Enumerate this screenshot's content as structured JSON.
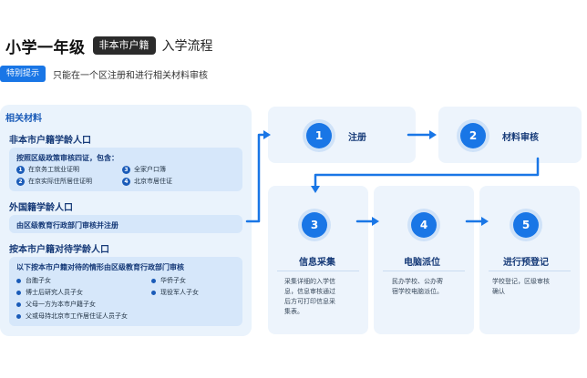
{
  "header": {
    "title_main": "小学一年级",
    "title_tag": "非本市户籍",
    "title_tail": "入学流程"
  },
  "notice": {
    "badge": "特别提示",
    "text": "只能在一个区注册和进行相关材料审核"
  },
  "materials": {
    "title": "相关材料",
    "section1": {
      "title": "非本市户籍学龄人口",
      "head": "按照区级政策审核四证，包含：",
      "items": [
        {
          "num": "1",
          "text": "在京务工就业证明"
        },
        {
          "num": "3",
          "text": "全家户口簿"
        },
        {
          "num": "2",
          "text": "在京实际住所居住证明"
        },
        {
          "num": "4",
          "text": "北京市居住证"
        }
      ]
    },
    "section2": {
      "title": "外国籍学龄人口",
      "text": "由区级教育行政部门审核并注册"
    },
    "section3": {
      "title": "按本市户籍对待学龄人口",
      "head": "以下按本市户籍对待的情形由区级教育行政部门审核",
      "items": [
        "台胞子女",
        "华侨子女",
        "博士后研究人员子女",
        "现役军人子女",
        "父母一方为本市户籍子女",
        "父或母持北京市工作居住证人员子女"
      ]
    }
  },
  "steps": [
    {
      "num": "1",
      "label": "注册"
    },
    {
      "num": "2",
      "label": "材料审核"
    },
    {
      "num": "3",
      "label": "信息采集",
      "desc": [
        "采集详细的入学信",
        "息，信息审核通过",
        "后方可打印信息采",
        "集表。"
      ]
    },
    {
      "num": "4",
      "label": "电脑派位",
      "desc": [
        "民办学校、公办寄",
        "宿学校电脑派位。"
      ]
    },
    {
      "num": "5",
      "label": "进行预登记",
      "desc": [
        "学校登记，区级审核",
        "确认"
      ]
    }
  ],
  "colors": {
    "accent": "#1976e6",
    "panel_bg": "#eaf3fc",
    "box_bg": "#d6e7fa",
    "card_bg": "#edf4fc",
    "heading": "#163a78"
  }
}
